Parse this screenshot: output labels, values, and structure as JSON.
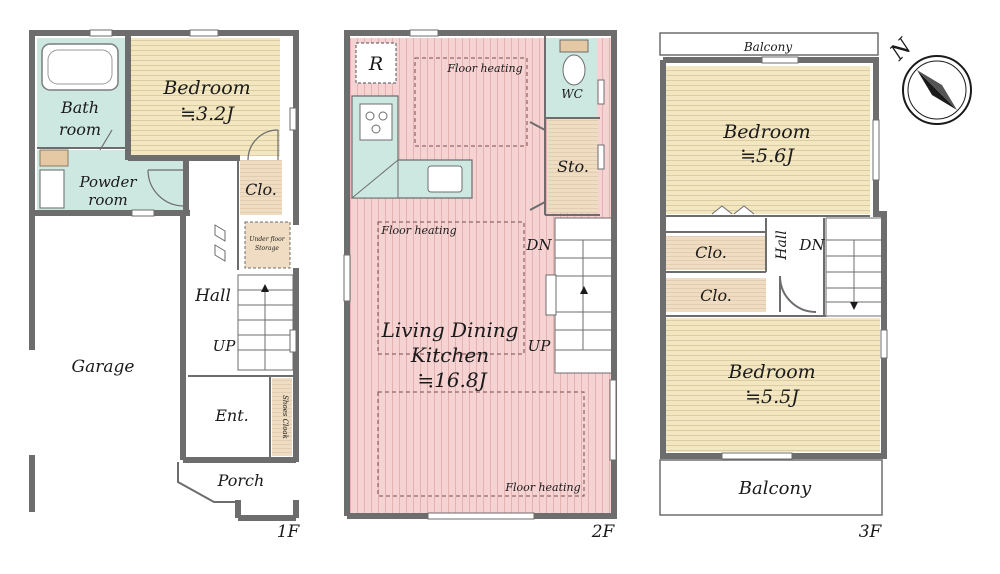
{
  "floors": {
    "f1": {
      "floor_label": "1F",
      "bedroom": {
        "name": "Bedroom",
        "size": "≒3.2J"
      },
      "bath_line1": "Bath",
      "bath_line2": "room",
      "powder_line1": "Powder",
      "powder_line2": "room",
      "closet": "Clo.",
      "underfloor_line1": "Under floor",
      "underfloor_line2": "Storage",
      "hall": "Hall",
      "stairs_up": "UP",
      "garage": "Garage",
      "entrance": "Ent.",
      "shoes_cloak": "Shoes Cloak",
      "porch": "Porch"
    },
    "f2": {
      "floor_label": "2F",
      "refrigerator": "R",
      "wc": "WC",
      "storage": "Sto.",
      "floor_heating_1": "Floor heating",
      "floor_heating_2": "Floor heating",
      "floor_heating_3": "Floor heating",
      "ldk_line1": "Living Dining",
      "ldk_line2": "Kitchen",
      "ldk_size": "≒16.8J",
      "stairs_down": "DN",
      "stairs_up": "UP"
    },
    "f3": {
      "floor_label": "3F",
      "balcony_top": "Balcony",
      "bedroom_a": {
        "name": "Bedroom",
        "size": "≒5.6J"
      },
      "closet_a": "Clo.",
      "closet_b": "Clo.",
      "hall": "Hall",
      "stairs_down": "DN",
      "bedroom_b": {
        "name": "Bedroom",
        "size": "≒5.5J"
      },
      "balcony_bottom": "Balcony"
    }
  },
  "compass": {
    "label": "N"
  },
  "colors": {
    "wall": "#6d6d6d",
    "bedroom_floor": "#f3e7c1",
    "wet_area": "#cde7e1",
    "living_floor": "#f6d3d3",
    "closet": "#efdcc2",
    "heating_outline": "#7a4a4a"
  }
}
